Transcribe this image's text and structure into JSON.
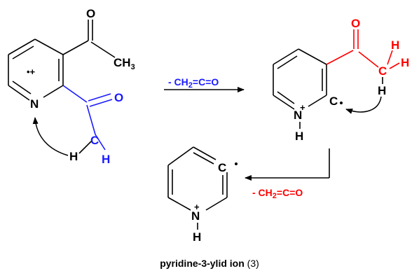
{
  "colors": {
    "black": "#000000",
    "blue": "#1a1aff",
    "red": "#ff0000"
  },
  "scheme": {
    "reactant": {
      "radical_cation": "•+",
      "ring_n": "N",
      "acetyl_o": "O",
      "acetyl_ch3": "CH",
      "acetyl_ch3_sub": "3",
      "blue_o": "O",
      "blue_c": "C",
      "blue_h": "H",
      "migrating_h": "H"
    },
    "step1": {
      "label_prefix": "- CH",
      "label_sub": "2",
      "label_suffix": "=C=O"
    },
    "intermediate": {
      "ring_n": "N",
      "n_plus": "+",
      "n_h": "H",
      "ring_c": "C",
      "red_o": "O",
      "red_c": "C",
      "red_h1": "H",
      "red_h2": "H",
      "migrating_h": "H"
    },
    "step2": {
      "label_prefix": "- CH",
      "label_sub": "2",
      "label_suffix": "=C=O"
    },
    "product": {
      "ring_n": "N",
      "n_plus": "+",
      "n_h": "H",
      "ring_c": "C",
      "caption_name": "pyridine-3-ylid ion",
      "caption_number": "(3)"
    }
  }
}
